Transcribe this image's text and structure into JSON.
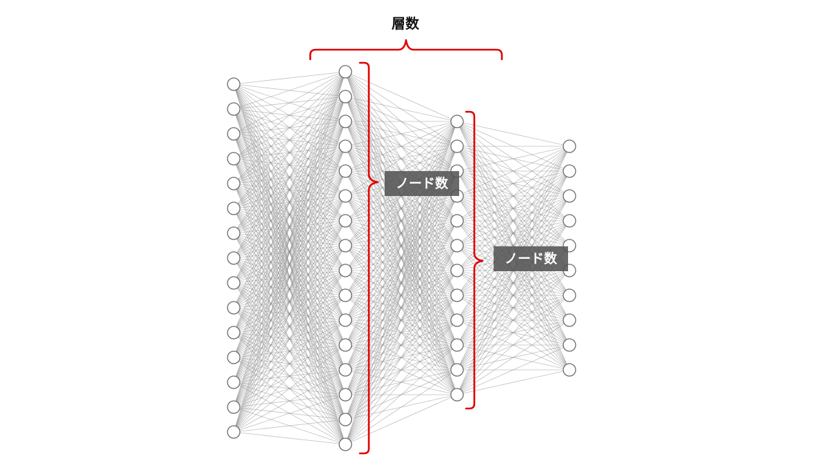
{
  "network": {
    "layer_node_counts": [
      15,
      16,
      12,
      10
    ]
  },
  "annotations": {
    "layers_label": "層数",
    "node_label_1": "ノード数",
    "node_label_2": "ノード数"
  },
  "colors": {
    "brace": "#e00000",
    "edge": "#8a8a8a",
    "node_stroke": "#6a6a6a",
    "node_fill": "#ffffff",
    "label_bg": "#505050",
    "label_text": "#ffffff"
  }
}
